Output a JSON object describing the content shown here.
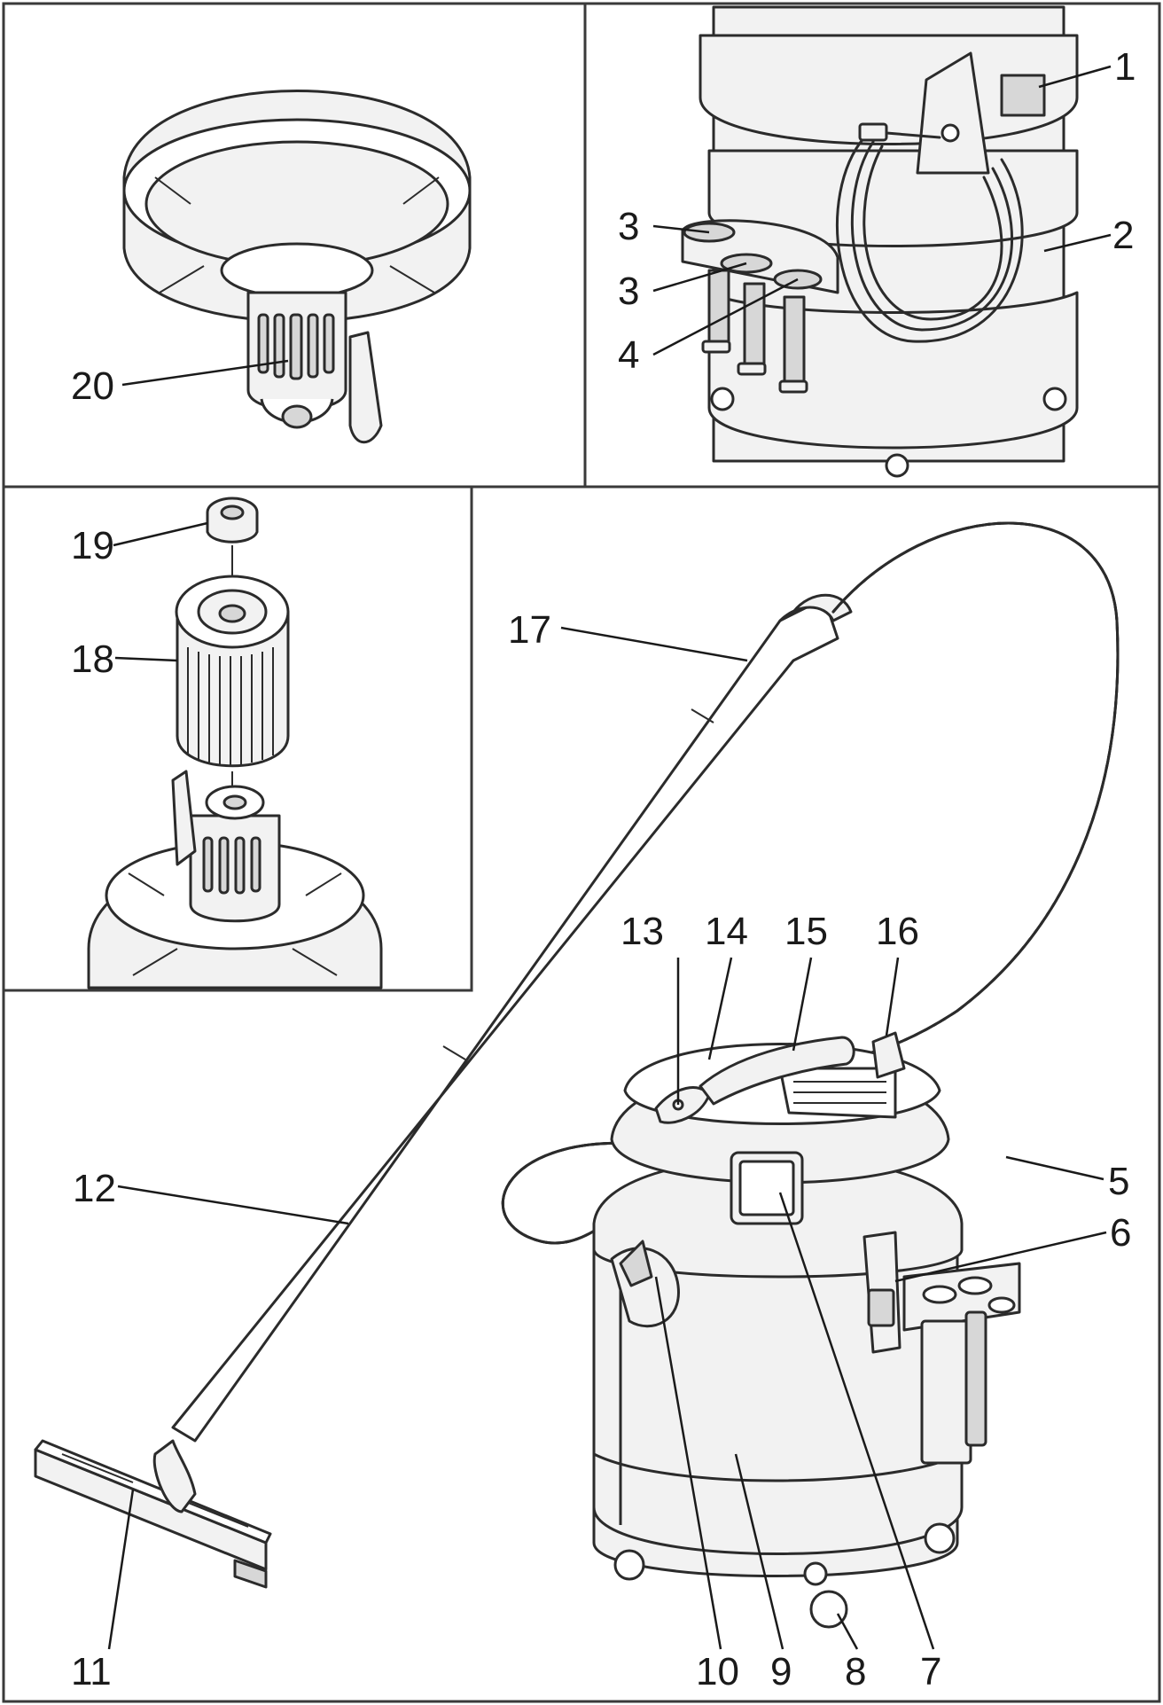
{
  "callouts": [
    {
      "id": "1",
      "label": "1"
    },
    {
      "id": "2",
      "label": "2"
    },
    {
      "id": "3a",
      "label": "3"
    },
    {
      "id": "3b",
      "label": "3"
    },
    {
      "id": "4",
      "label": "4"
    },
    {
      "id": "5",
      "label": "5"
    },
    {
      "id": "6",
      "label": "6"
    },
    {
      "id": "7",
      "label": "7"
    },
    {
      "id": "8",
      "label": "8"
    },
    {
      "id": "9",
      "label": "9"
    },
    {
      "id": "10",
      "label": "10"
    },
    {
      "id": "11",
      "label": "11"
    },
    {
      "id": "12",
      "label": "12"
    },
    {
      "id": "13",
      "label": "13"
    },
    {
      "id": "14",
      "label": "14"
    },
    {
      "id": "15",
      "label": "15"
    },
    {
      "id": "16",
      "label": "16"
    },
    {
      "id": "17",
      "label": "17"
    },
    {
      "id": "18",
      "label": "18"
    },
    {
      "id": "19",
      "label": "19"
    },
    {
      "id": "20",
      "label": "20"
    }
  ],
  "colors": {
    "line": "#2b2b2b",
    "fill_light": "#f2f2f2",
    "fill_mid": "#d7d7d7",
    "frame": "#3a3a3a"
  }
}
